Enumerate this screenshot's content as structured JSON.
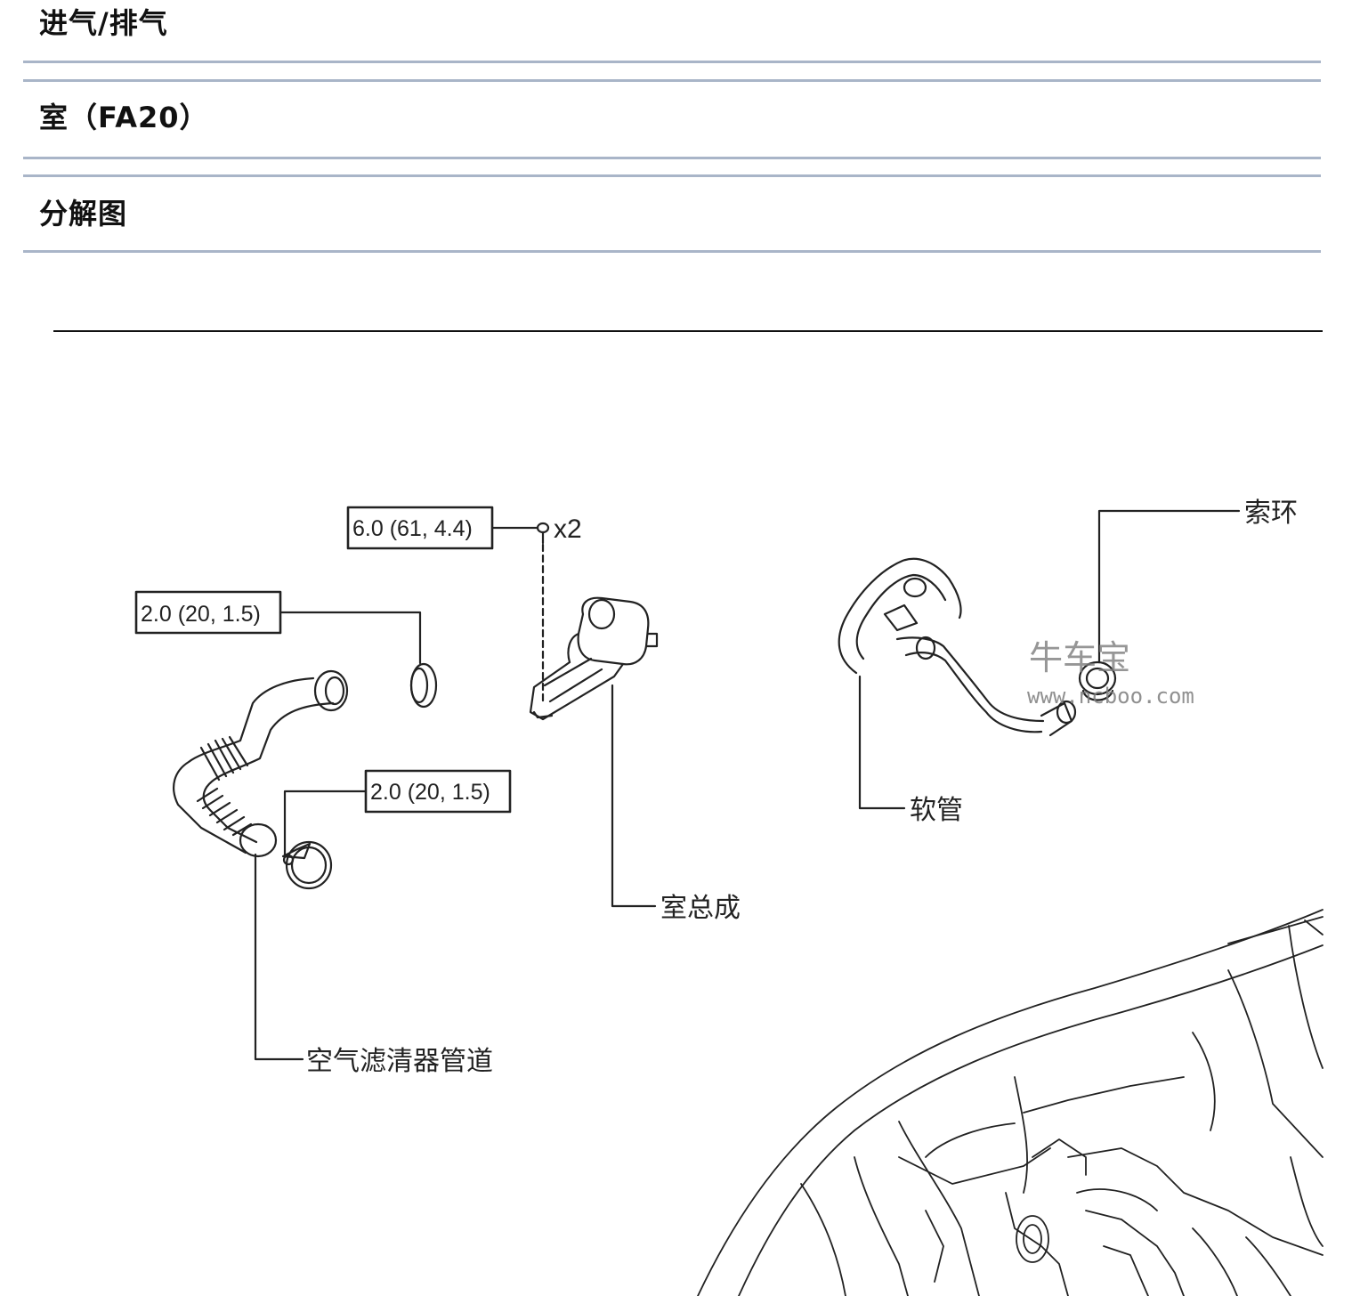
{
  "headers": {
    "section": "进气/排气",
    "component": "室（FA20）",
    "view": "分解图"
  },
  "diagram": {
    "torque_specs": {
      "bolt": "6.0 (61, 4.4)",
      "clamp_upper": "2.0 (20, 1.5)",
      "clamp_lower": "2.0 (20, 1.5)"
    },
    "bolt_qty": "x2",
    "parts": {
      "chamber": "室总成",
      "duct": "空气滤清器管道",
      "hose": "软管",
      "grommet": "索环"
    }
  },
  "watermark": {
    "brand": "牛车宝",
    "url": "www.ncboo.com"
  }
}
